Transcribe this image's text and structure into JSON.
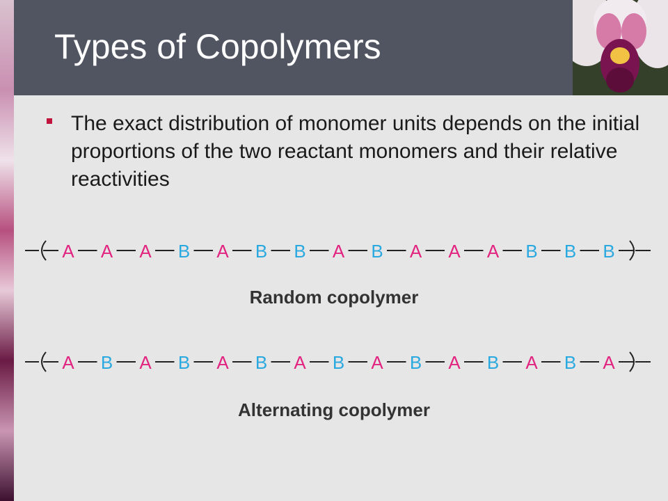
{
  "slide": {
    "title": "Types of Copolymers",
    "bullet": "The exact distribution of monomer units depends on the initial proportions of the two reactant monomers and their relative reactivities"
  },
  "colors": {
    "A": "#e2237f",
    "B": "#2aa9e0",
    "bond": "#222222",
    "header": "#515562"
  },
  "diagrams": [
    {
      "units": [
        "A",
        "A",
        "A",
        "B",
        "A",
        "B",
        "B",
        "A",
        "B",
        "A",
        "A",
        "A",
        "B",
        "B",
        "B"
      ],
      "label": "Random copolymer"
    },
    {
      "units": [
        "A",
        "B",
        "A",
        "B",
        "A",
        "B",
        "A",
        "B",
        "A",
        "B",
        "A",
        "B",
        "A",
        "B",
        "A"
      ],
      "label": "Alternating copolymer"
    }
  ]
}
